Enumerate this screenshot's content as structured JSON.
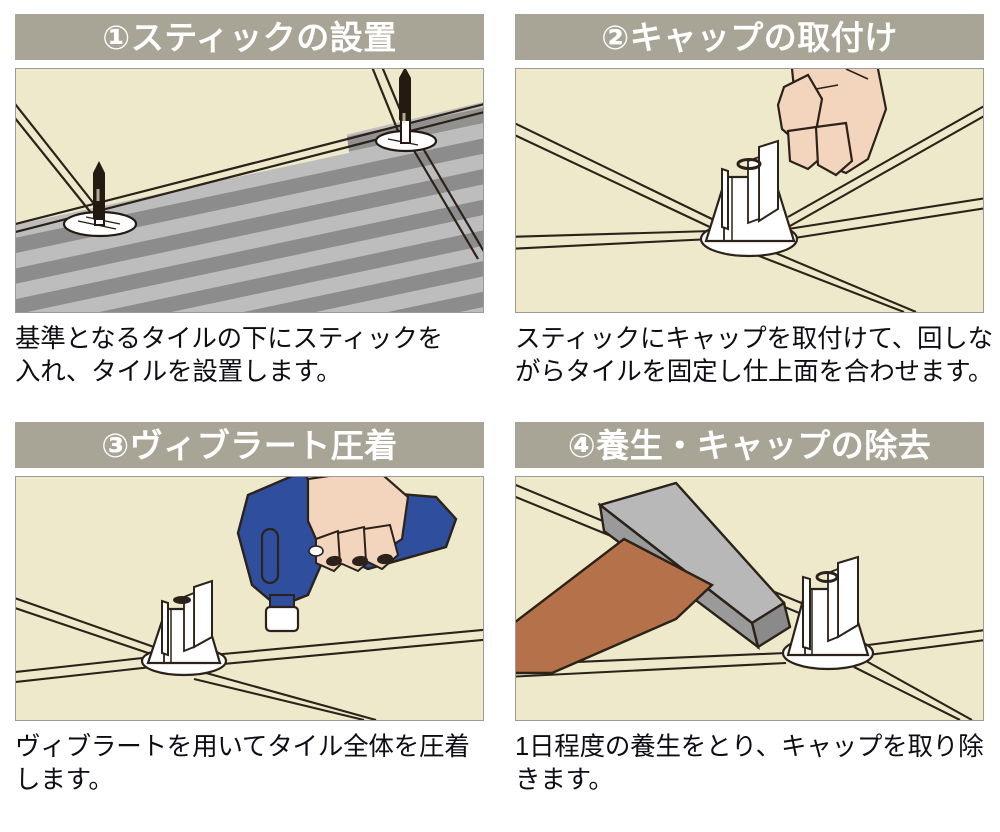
{
  "document": {
    "type": "instruction-illustration-sheet",
    "title_implicit": "タイル施工手順",
    "panel_count": 4,
    "background_color": "#ffffff"
  },
  "colors": {
    "header_bar": "#a8a596",
    "header_text": "#ffffff",
    "illustration_background": "#efe9cc",
    "illustration_border": "#9a9a9a",
    "caption_text": "#0d0d14",
    "grout_line": "#2b2219",
    "cap_white": "#ffffff",
    "stick_dark": "#241a12",
    "adhesive_light_gray": "#bcbcbc",
    "adhesive_dark_gray": "#8b8b8b",
    "skin": "#f3d4bd",
    "tool_blue": "#2f4e9e",
    "hammer_head_gray": "#9a9a9a",
    "hammer_handle_brown": "#b5714a"
  },
  "panels": [
    {
      "number": "①",
      "header": "①スティックの設置",
      "header_number_glyph": "①",
      "header_label": "スティックの設置",
      "caption_lines": [
        "基準となるタイルの下にスティックを",
        "入れ、タイルを設置します。"
      ],
      "caption_full": "基準となるタイルの下にスティックを入れ、タイルを設置します。",
      "illustration": {
        "name": "stick-placement-illustration",
        "description": "タイル目地に差し込まれた2本のスティックと、くし目を付けた灰色の接着剤層",
        "elements": [
          "tile-surface",
          "grout-lines",
          "stick-pin-left",
          "stick-pin-right",
          "combed-adhesive-bed"
        ]
      }
    },
    {
      "number": "②",
      "header": "②キャップの取付け",
      "header_number_glyph": "②",
      "header_label": "キャップの取付け",
      "caption_lines": [
        "スティックにキャップを取付けて、回しな",
        "がらタイルを固定し仕上面を合わせます。"
      ],
      "caption_full": "スティックにキャップを取付けて、回しながらタイルを固定し仕上面を合わせます。",
      "illustration": {
        "name": "cap-attachment-illustration",
        "description": "指でキャップを目地交点のスティックに取り付ける様子",
        "elements": [
          "tile-surface",
          "grout-lines",
          "white-cone-cap",
          "hand-fingers"
        ]
      }
    },
    {
      "number": "③",
      "header": "③ヴィブラート圧着",
      "header_number_glyph": "③",
      "header_label": "ヴィブラート圧着",
      "caption_lines": [
        "ヴィブラートを用いてタイル全体を圧着",
        "します。"
      ],
      "caption_full": "ヴィブラートを用いてタイル全体を圧着します。",
      "illustration": {
        "name": "vibrator-compression-illustration",
        "description": "青いヴィブラート(振動工具)を手で持ってタイルを圧着する様子",
        "elements": [
          "tile-surface",
          "grout-lines",
          "white-cone-cap",
          "blue-vibrator-tool",
          "hand-gripping-tool"
        ]
      }
    },
    {
      "number": "④",
      "header": "④養生・キャップの除去",
      "header_number_glyph": "④",
      "header_label": "養生・キャップの除去",
      "caption_lines": [
        "1日程度の養生をとり、キャップを取り除",
        "きます。"
      ],
      "caption_full": "1日程度の養生をとり、キャップを取り除きます。",
      "illustration": {
        "name": "cap-removal-illustration",
        "description": "木柄のハンマーでキャップを叩いて取り除く様子",
        "elements": [
          "tile-surface",
          "grout-lines",
          "white-cone-cap",
          "hammer-head",
          "hammer-handle"
        ]
      }
    }
  ]
}
